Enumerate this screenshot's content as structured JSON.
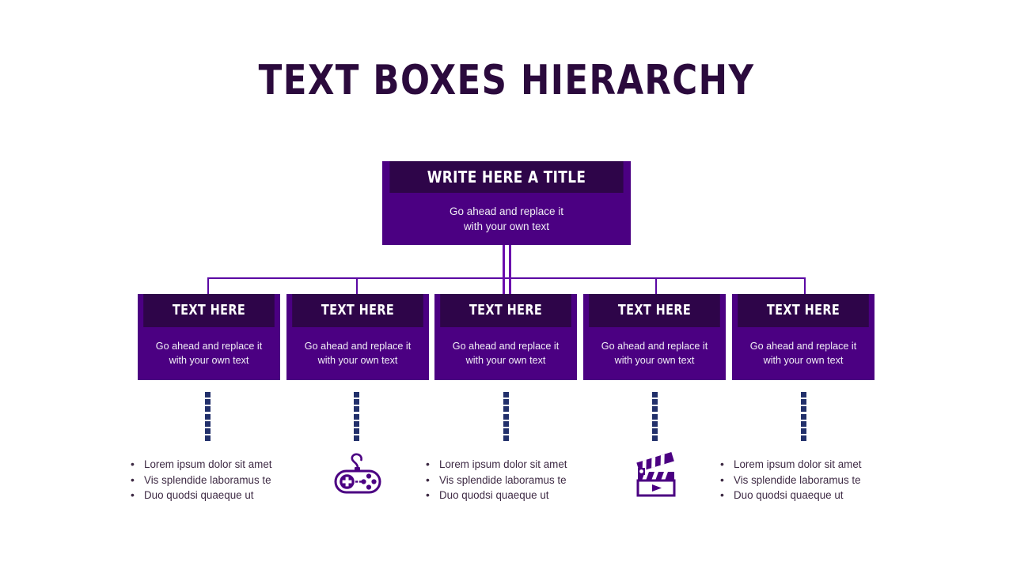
{
  "slide": {
    "title": "TEXT BOXES HIERARCHY",
    "background_color": "#FFFFFF",
    "colors": {
      "title_text": "#2B0A3D",
      "header_fill": "#2E0549",
      "body_fill": "#4B0082",
      "connector_line": "#5B08A3",
      "stem_line": "#6A0DAD",
      "dotted_connector": "#22306B",
      "bullet_text": "#3E2A44",
      "box_text": "#FFFFFF",
      "icon": "#4B0082"
    }
  },
  "root": {
    "header": "WRITE HERE A TITLE",
    "body_line_1": "Go ahead and replace it",
    "body_line_2": "with your own text"
  },
  "children": [
    {
      "header": "TEXT HERE",
      "body_line_1": "Go ahead and replace it",
      "body_line_2": "with your own text"
    },
    {
      "header": "TEXT HERE",
      "body_line_1": "Go ahead and replace it",
      "body_line_2": "with your own text"
    },
    {
      "header": "TEXT HERE",
      "body_line_1": "Go ahead and replace it",
      "body_line_2": "with your own text"
    },
    {
      "header": "TEXT HERE",
      "body_line_1": "Go ahead and replace it",
      "body_line_2": "with your own text"
    },
    {
      "header": "TEXT HERE",
      "body_line_1": "Go ahead and replace it",
      "body_line_2": "with your own text"
    }
  ],
  "bullet_lists": [
    {
      "bullet_glyph": "•",
      "items": [
        "Lorem ipsum dolor sit amet",
        "Vis splendide laboramus te",
        "Duo quodsi quaeque ut"
      ]
    },
    {
      "bullet_glyph": "•",
      "items": [
        "Lorem ipsum dolor sit amet",
        "Vis splendide laboramus te",
        "Duo quodsi quaeque ut"
      ]
    },
    {
      "bullet_glyph": "•",
      "items": [
        "Lorem ipsum dolor sit amet",
        "Vis splendide laboramus te",
        "Duo quodsi quaeque ut"
      ]
    }
  ],
  "icons": [
    {
      "name": "gamepad-icon"
    },
    {
      "name": "clapperboard-icon"
    }
  ],
  "dotted_connectors": {
    "count_per_column": 7,
    "columns": 5
  }
}
